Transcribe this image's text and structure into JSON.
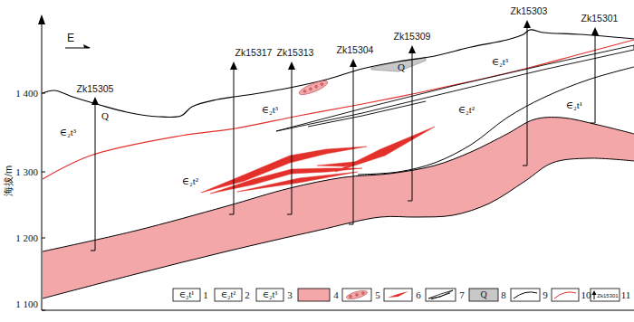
{
  "diagram": {
    "labels": [
      "E",
      "Zk15305",
      "Zk15317",
      "Zk15313",
      "Zk15304",
      "Zk15309",
      "Zk15303",
      "Zk15301",
      "Q",
      "Q",
      "∈₂t³",
      "∈₂t³",
      "∈₂t³",
      "∈₂t²",
      "∈₂t²",
      "∈₂t¹",
      "海拔/m",
      "1 400",
      "1 300",
      "1 200",
      "1 100",
      "∈₂t¹",
      "∈₂t²",
      "∈₂t³",
      "Q",
      "Zk15301"
    ],
    "legend": [
      {
        "text": "1"
      },
      {
        "text": "2"
      },
      {
        "text": "3"
      },
      {
        "text": "4",
        "color": "#f4a7a9"
      },
      {
        "text": "5"
      },
      {
        "text": "6"
      },
      {
        "text": "7"
      },
      {
        "text": "8",
        "color": "#c8c8c8"
      },
      {
        "text": "9"
      },
      {
        "text": "10"
      },
      {
        "text": "11"
      }
    ]
  }
}
